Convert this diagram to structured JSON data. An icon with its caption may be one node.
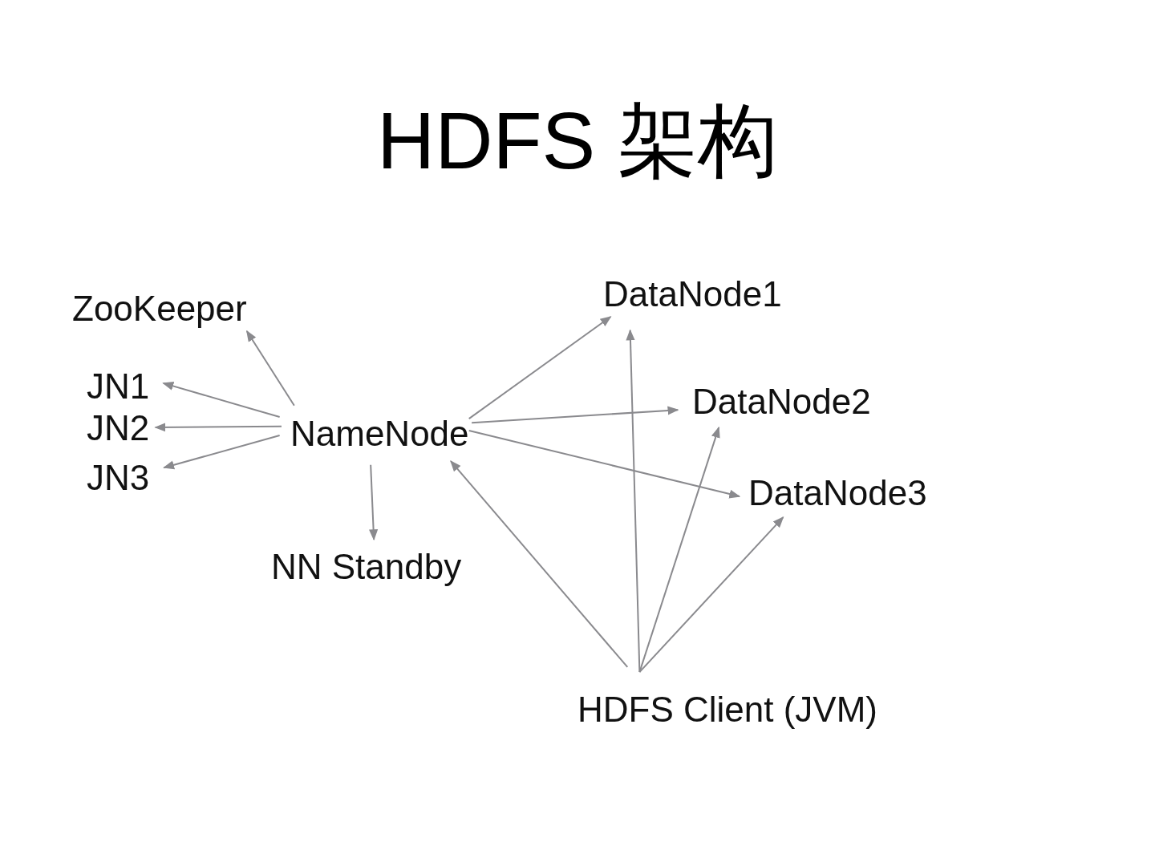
{
  "diagram": {
    "title": "HDFS 架构",
    "nodes": [
      {
        "text": [
          "ZooKeeper"
        ]
      },
      {
        "text": [
          "JN1"
        ]
      },
      {
        "text": [
          "JN2"
        ]
      },
      {
        "text": [
          "JN3"
        ]
      },
      {
        "text": [
          "NameNode"
        ]
      },
      {
        "text": [
          "NN Standby"
        ]
      },
      {
        "text": [
          "DataNode1"
        ]
      },
      {
        "text": [
          "DataNode2"
        ]
      },
      {
        "text": [
          "DataNode3"
        ]
      },
      {
        "text": [
          "HDFS Client (JVM)"
        ]
      }
    ],
    "edges": [
      {
        "from": 4,
        "to": 0,
        "arrow": "to"
      },
      {
        "from": 4,
        "to": 1,
        "arrow": "to"
      },
      {
        "from": 4,
        "to": 2,
        "arrow": "to"
      },
      {
        "from": 4,
        "to": 3,
        "arrow": "to"
      },
      {
        "from": 4,
        "to": 5,
        "arrow": "to"
      },
      {
        "from": 4,
        "to": 6,
        "arrow": "to"
      },
      {
        "from": 4,
        "to": 7,
        "arrow": "to"
      },
      {
        "from": 4,
        "to": 8,
        "arrow": "to"
      },
      {
        "from": 9,
        "to": 4,
        "arrow": "to"
      },
      {
        "from": 9,
        "to": 6,
        "arrow": "to"
      },
      {
        "from": 9,
        "to": 7,
        "arrow": "to"
      },
      {
        "from": 9,
        "to": 8,
        "arrow": "to"
      }
    ]
  }
}
